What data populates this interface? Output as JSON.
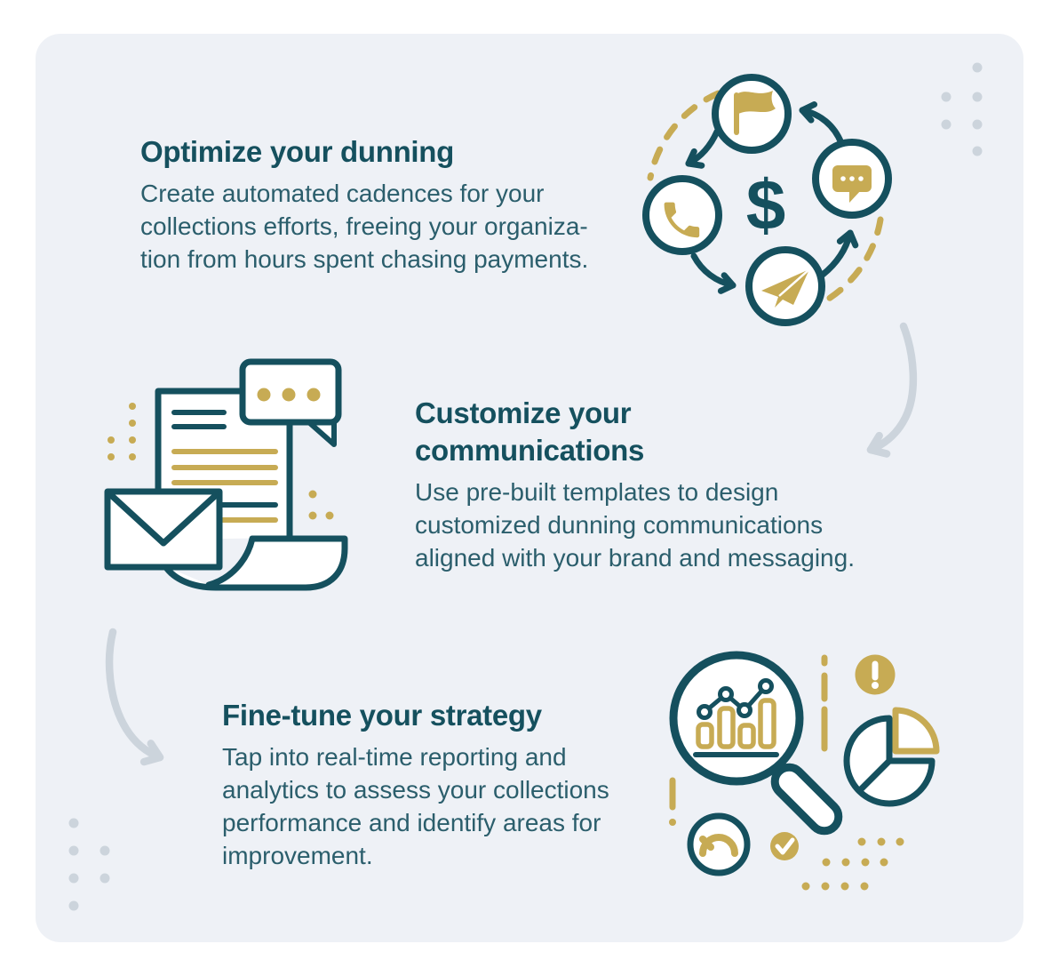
{
  "colors": {
    "teal": "#15505e",
    "body_text": "#2b5e6c",
    "gold": "#c7ab54",
    "card_bg": "#eef1f6",
    "decor_gray": "#ccd4dc",
    "white": "#ffffff"
  },
  "sections": [
    {
      "id": "optimize-dunning",
      "heading": "Optimize your dunning",
      "body_lines": [
        "Create automated cadences for your",
        "collections efforts, freeing your organiza-",
        "tion from hours spent chasing payments."
      ],
      "illustration": {
        "name": "dunning-cycle",
        "center_symbol": "$",
        "icons": [
          "flag-icon",
          "message-bubble-icon",
          "phone-icon",
          "paper-plane-icon",
          "dollar-symbol"
        ]
      }
    },
    {
      "id": "customize-communications",
      "heading_lines": [
        "Customize your",
        "communications"
      ],
      "body_lines": [
        "Use pre-built templates to design",
        "customized dunning communications",
        "aligned with your brand and messaging."
      ],
      "illustration": {
        "name": "communications",
        "icons": [
          "document-icon",
          "speech-bubble-icon",
          "envelope-icon"
        ]
      }
    },
    {
      "id": "fine-tune-strategy",
      "heading": "Fine-tune your strategy",
      "body_lines": [
        "Tap into real-time reporting and",
        "analytics to assess your collections",
        "performance and identify areas for",
        "improvement."
      ],
      "illustration": {
        "name": "analytics",
        "icons": [
          "magnifier-icon",
          "bar-chart-icon",
          "line-graph-icon",
          "alert-icon",
          "pie-chart-icon",
          "gauge-icon",
          "check-icon"
        ]
      }
    }
  ],
  "decor": {
    "flow_arrows": [
      "curved-arrow-down-left",
      "curved-arrow-down-right"
    ],
    "dot_grids": [
      "gray-dots-top-right",
      "gray-dots-bottom-left",
      "gold-dot-cluster-left",
      "gold-dot-cluster-right",
      "gold-dot-grid-bottom-right"
    ]
  }
}
